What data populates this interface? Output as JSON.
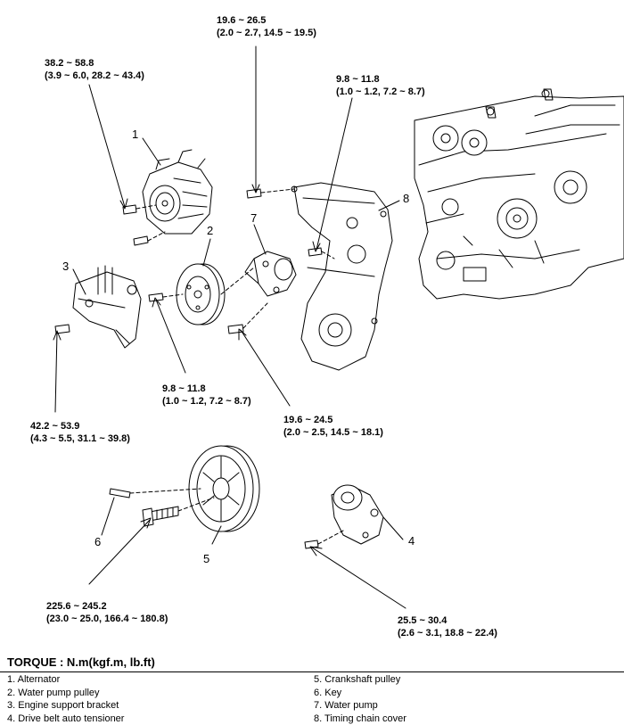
{
  "torque_labels": {
    "t1": {
      "line1": "19.6 ~ 26.5",
      "line2": "(2.0 ~ 2.7, 14.5 ~ 19.5)"
    },
    "t2": {
      "line1": "38.2 ~ 58.8",
      "line2": "(3.9 ~ 6.0, 28.2 ~ 43.4)"
    },
    "t3": {
      "line1": "9.8 ~ 11.8",
      "line2": "(1.0 ~ 1.2, 7.2 ~ 8.7)"
    },
    "t4": {
      "line1": "9.8 ~ 11.8",
      "line2": "(1.0 ~ 1.2, 7.2 ~ 8.7)"
    },
    "t5": {
      "line1": "42.2 ~ 53.9",
      "line2": "(4.3 ~ 5.5, 31.1 ~ 39.8)"
    },
    "t6": {
      "line1": "19.6 ~ 24.5",
      "line2": "(2.0 ~ 2.5, 14.5 ~ 18.1)"
    },
    "t7": {
      "line1": "225.6 ~ 245.2",
      "line2": "(23.0 ~ 25.0, 166.4 ~ 180.8)"
    },
    "t8": {
      "line1": "25.5 ~ 30.4",
      "line2": "(2.6 ~ 3.1, 18.8 ~ 22.4)"
    }
  },
  "callouts": {
    "c1": "1",
    "c2": "2",
    "c3": "3",
    "c4": "4",
    "c5": "5",
    "c6": "6",
    "c7": "7",
    "c8": "8"
  },
  "torque_title": "TORQUE : N.m(kgf.m, lb.ft)",
  "legend": {
    "left": [
      "1.  Alternator",
      "2.  Water pump pulley",
      "3.  Engine support bracket",
      "4.  Drive belt auto tensioner"
    ],
    "right": [
      "5.  Crankshaft pulley",
      "6.  Key",
      "7.  Water pump",
      "8.  Timing chain cover"
    ]
  },
  "style": {
    "line_color": "#000000",
    "part_fill": "#ffffff",
    "shade": "#d9d9d9"
  }
}
